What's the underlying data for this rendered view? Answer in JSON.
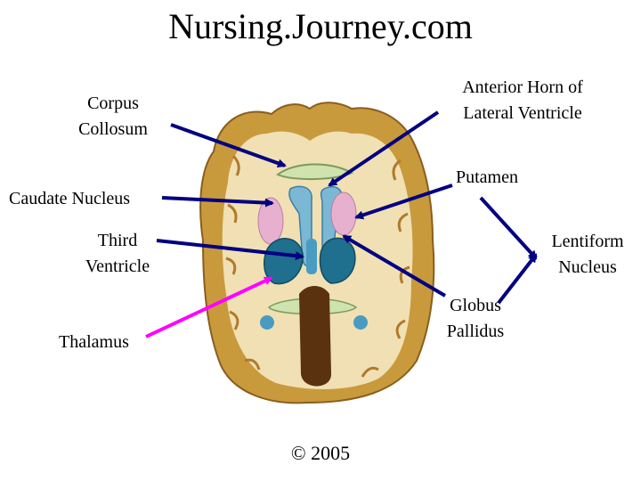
{
  "title": "Nursing.Journey.com",
  "copyright": "© 2005",
  "labels": {
    "corpus": "Corpus\nCollosum",
    "anterior": "Anterior Horn of\nLateral Ventricle",
    "putamen": "Putamen",
    "caudate": "Caudate Nucleus",
    "third": "Third\nVentricle",
    "lentiform": "Lentiform\nNucleus",
    "globus": "Globus\nPallidus",
    "thalamus": "Thalamus"
  },
  "colors": {
    "arrow": "#000080",
    "thalamus_arrow": "#ff00ff",
    "brain_outer": "#c99a3c",
    "white_matter": "#f0e0b4",
    "ventricle": "#1f6f8f",
    "ventricle_light": "#7bb8d4",
    "basal_ganglia": "#e8b0cf",
    "dark_tissue": "#5a3210"
  }
}
